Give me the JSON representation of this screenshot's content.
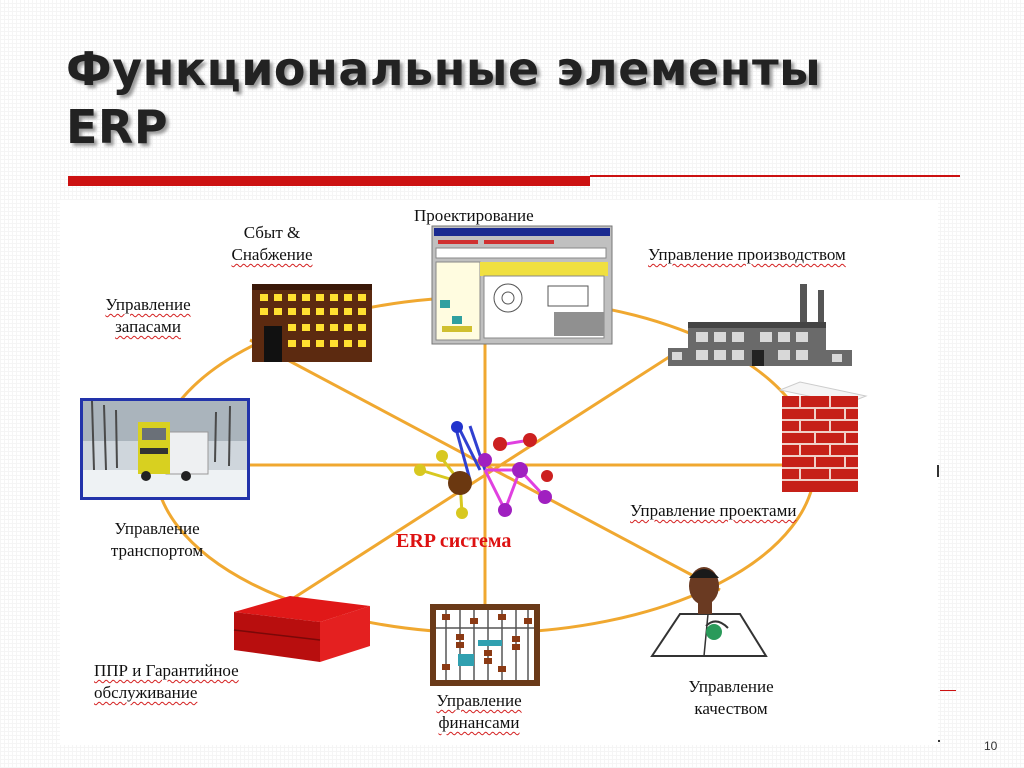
{
  "slide": {
    "title_line1": "Функциональные элементы",
    "title_line2": "ERP",
    "page_number": "10"
  },
  "diagram": {
    "center_label": "ERP система",
    "nodes": {
      "sales": {
        "line1": "Сбыт  &",
        "line2": "Снабжение",
        "icon": "building-icon"
      },
      "design": {
        "line1": "Проектирование",
        "icon": "cad-screenshot-icon"
      },
      "production": {
        "line1": "Управление производством",
        "icon": "factory-icon"
      },
      "inventory": {
        "line1": "Управление",
        "line2": "запасами"
      },
      "projects": {
        "line1": "Управление проектами",
        "icon": "brick-wall-icon"
      },
      "transport": {
        "line1": "Управление",
        "line2": "транспортом",
        "icon": "truck-photo-icon"
      },
      "maintenance": {
        "line1": "ППР и Гарантийное",
        "line2": "обслуживание",
        "icon": "red-shed-icon"
      },
      "finance": {
        "line1": "Управление",
        "line2": "финансами",
        "icon": "abacus-icon"
      },
      "quality": {
        "line1": "Управление",
        "line2": "качеством",
        "icon": "doctor-icon"
      }
    },
    "colors": {
      "orbit": "#f0a830",
      "accent_red": "#cc1111",
      "erp_label": "#dd1111"
    }
  }
}
